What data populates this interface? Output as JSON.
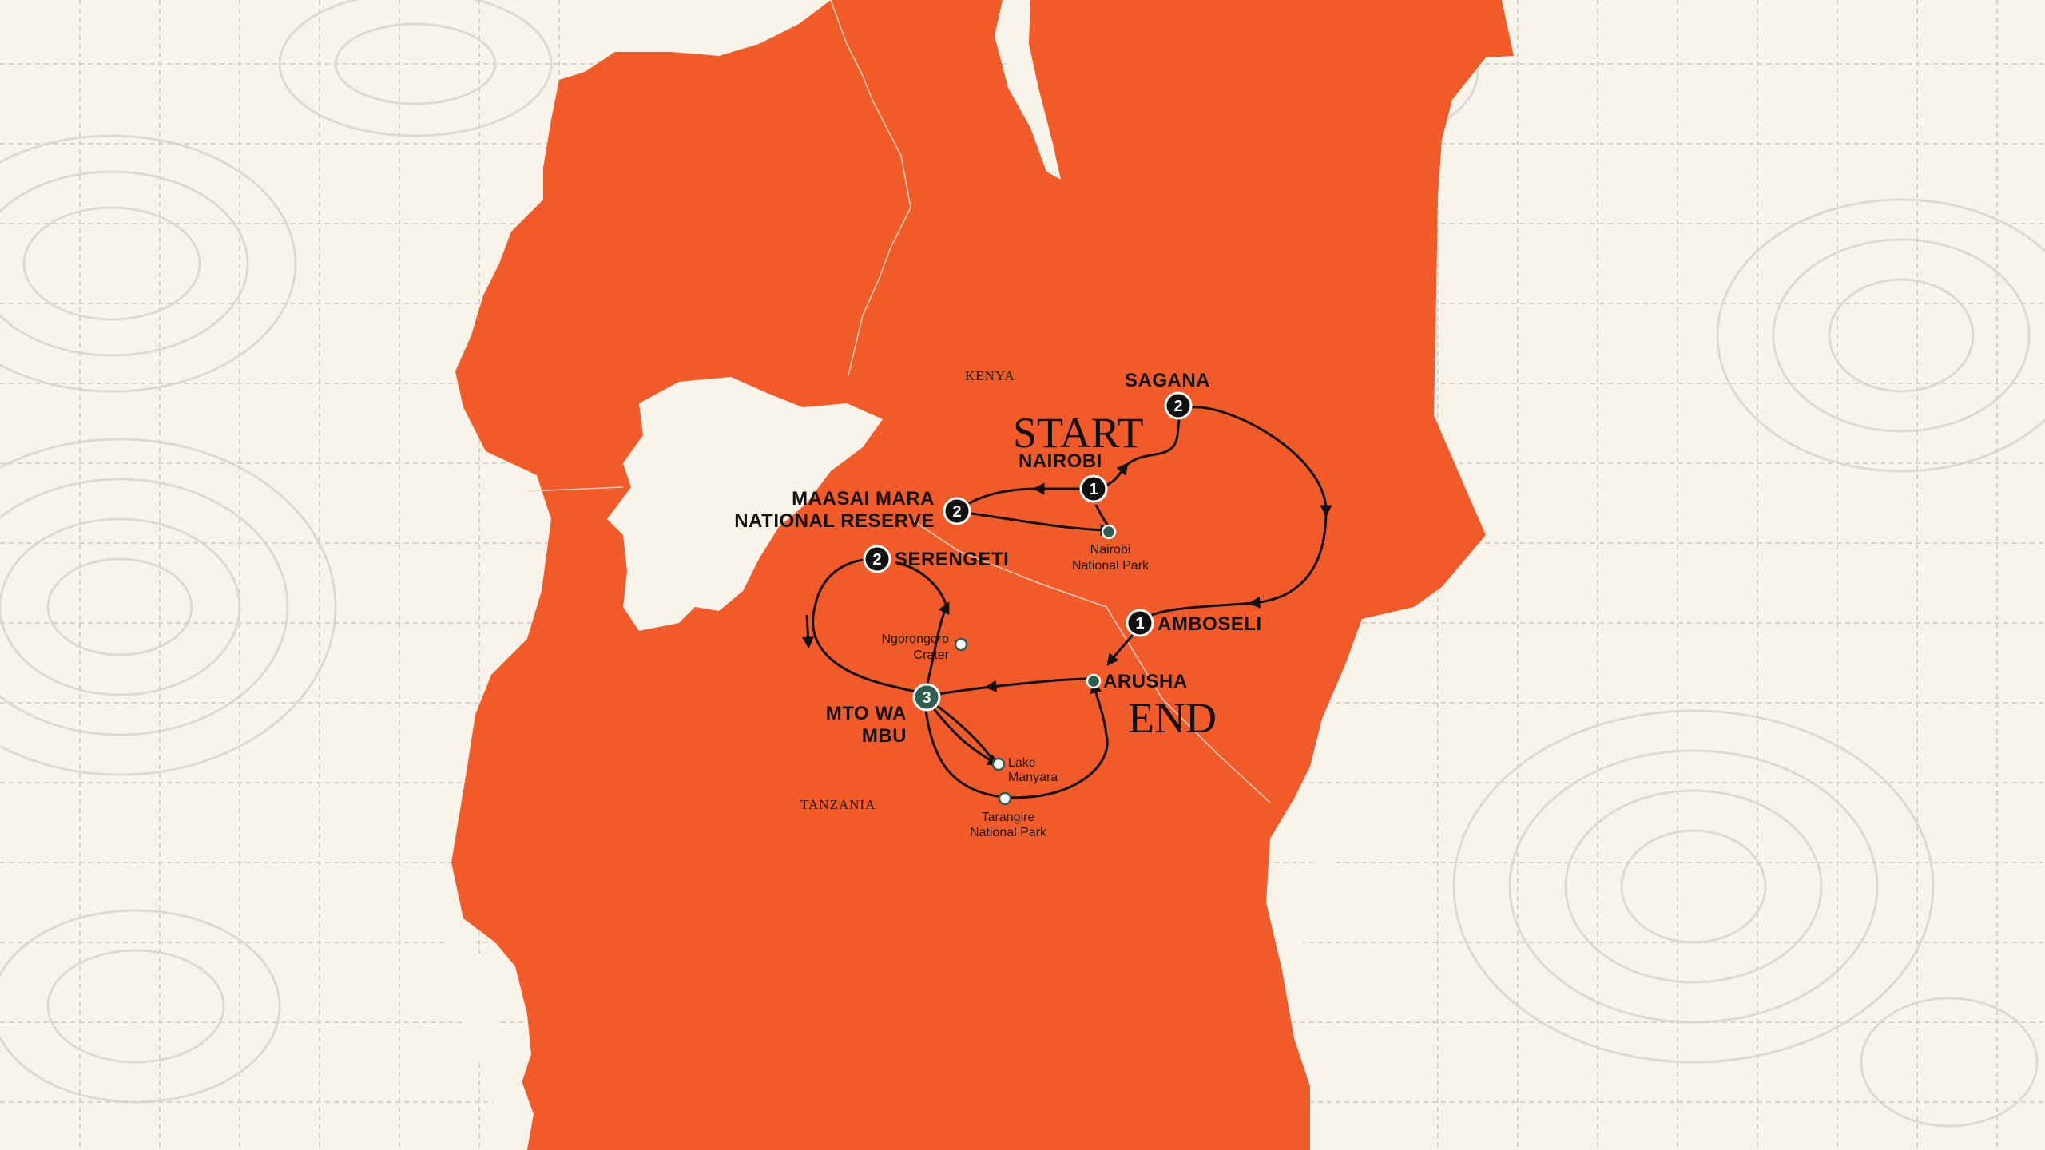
{
  "colors": {
    "background": "#f8f4ea",
    "land": "#f15a29",
    "water": "#f8f4ea",
    "route": "#111111",
    "grid": "#d8d3c8",
    "contour": "#dedad0",
    "marker_green": "#2f5e50"
  },
  "labels": {
    "start": "START",
    "end": "END",
    "countries": {
      "kenya": "KENYA",
      "tanzania": "TANZANIA"
    }
  },
  "stops": {
    "nairobi": {
      "name": "NAIROBI",
      "nights": "1"
    },
    "sagana": {
      "name": "SAGANA",
      "nights": "2"
    },
    "amboseli": {
      "name": "AMBOSELI",
      "nights": "1"
    },
    "arusha": {
      "name": "ARUSHA"
    },
    "maasai_mara": {
      "name_line1": "MAASAI MARA",
      "name_line2": "NATIONAL RESERVE",
      "nights": "2"
    },
    "serengeti": {
      "name": "SERENGETI",
      "nights": "2"
    },
    "mto_wa_mbu": {
      "name_line1": "MTO WA",
      "name_line2": "MBU",
      "nights": "3"
    }
  },
  "pois": {
    "nairobi_np": {
      "line1": "Nairobi",
      "line2": "National Park"
    },
    "ngorongoro": {
      "line1": "Ngorongoro",
      "line2": "Crater"
    },
    "lake_manyara": {
      "line1": "Lake",
      "line2": "Manyara"
    },
    "tarangire": {
      "line1": "Tarangire",
      "line2": "National Park"
    }
  }
}
